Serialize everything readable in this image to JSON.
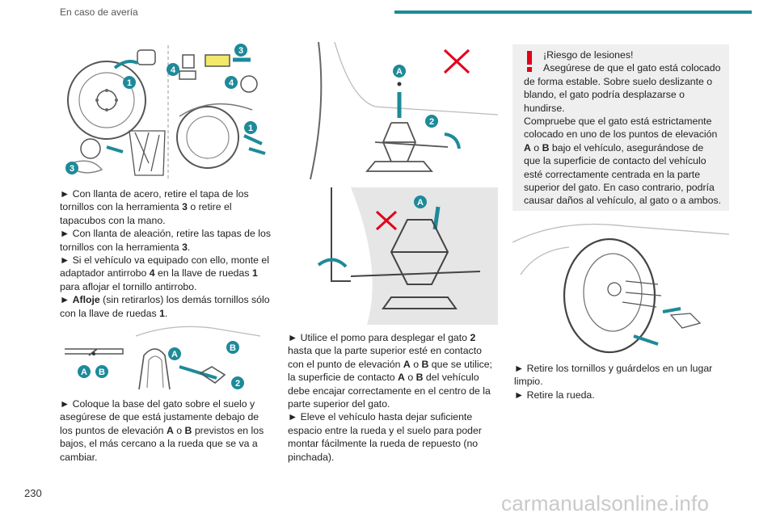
{
  "header": {
    "title": "En caso de avería",
    "accent_color": "#1e8a99"
  },
  "page_number": "230",
  "watermark": "carmanualsonline.info",
  "figures": {
    "wheel_removal": {
      "callouts": [
        "1",
        "4",
        "3",
        "3",
        "4",
        "1"
      ]
    },
    "lift_points": {
      "callouts": [
        "A",
        "B",
        "A",
        "B",
        "2"
      ]
    },
    "jack_point_a": {
      "callouts": [
        "A",
        "2"
      ]
    },
    "jack_detail": {
      "callouts": [
        "A"
      ]
    }
  },
  "col1_text1": {
    "p1": "► Con llanta de acero, retire el tapa de los tornillos con la herramienta ",
    "p1_b1": "3",
    "p1_t2": " o retire el tapacubos con la mano.",
    "p2": "► Con llanta de aleación, retire las tapas de los tornillos con la herramienta ",
    "p2_b1": "3",
    "p2_t2": ".",
    "p3": "► Si el vehículo va equipado con ello, monte el adaptador antirrobo ",
    "p3_b1": "4",
    "p3_t2": " en la llave de ruedas ",
    "p3_b2": "1",
    "p3_t3": " para aflojar el tornillo antirrobo.",
    "p4_t1": "► ",
    "p4_b1": "Afloje",
    "p4_t2": " (sin retirarlos) los demás tornillos sólo con la llave de ruedas ",
    "p4_b2": "1",
    "p4_t3": "."
  },
  "col1_text2": {
    "t1": "► Coloque la base del gato sobre el suelo y asegúrese de que está justamente debajo de los puntos de elevación ",
    "b1": "A",
    "t2": " o ",
    "b2": "B",
    "t3": " previstos en los bajos, el más cercano a la rueda que se va a cambiar."
  },
  "col2_text": {
    "p1_t1": "► Utilice el pomo para desplegar el gato ",
    "p1_b1": "2",
    "p1_t2": " hasta que la parte superior esté en contacto con el punto de elevación ",
    "p1_b2": "A",
    "p1_t3": " o ",
    "p1_b3": "B",
    "p1_t4": " que se utilice; la superficie de contacto ",
    "p1_b4": "A",
    "p1_t5": " o ",
    "p1_b5": "B",
    "p1_t6": " del vehículo debe encajar correctamente en el centro de la parte superior del gato.",
    "p2": "► Eleve el vehículo hasta dejar suficiente espacio entre la rueda y el suelo para poder montar fácilmente la rueda de repuesto (no pinchada)."
  },
  "warning": {
    "icon": "exclamation-icon",
    "icon_color": "#e2001a",
    "title": "¡Riesgo de lesiones!",
    "l1": "Asegúrese de que el gato está colocado de forma estable. Sobre suelo deslizante o blando, el gato podría desplazarse o hundirse.",
    "l2_t1": "Compruebe que el gato está estrictamente colocado en uno de los puntos de elevación ",
    "l2_b1": "A",
    "l2_t2": " o ",
    "l2_b2": "B",
    "l2_t3": " bajo el vehículo, asegurándose de que la superficie de contacto del vehículo esté correctamente centrada en la parte superior del gato. En caso contrario, podría causar daños al vehículo, al gato o a ambos."
  },
  "col3_text": {
    "p1": "► Retire los tornillos y guárdelos en un lugar limpio.",
    "p2": "► Retire la rueda."
  }
}
